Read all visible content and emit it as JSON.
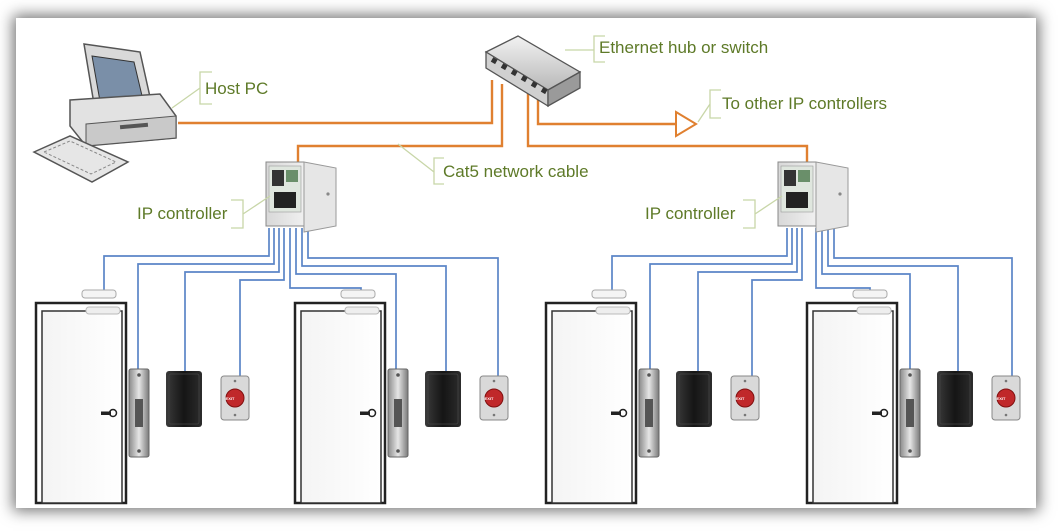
{
  "labels": {
    "host_pc": "Host PC",
    "hub": "Ethernet hub or switch",
    "other_controllers": "To other IP controllers",
    "cable": "Cat5 network cable",
    "ip_controller_1": "IP controller",
    "ip_controller_2": "IP controller"
  },
  "exit_button_text": "EXIT",
  "colors": {
    "network_cable": "#e08030",
    "wiring": "#5b85c7",
    "label_text": "#5e7a28",
    "callout_bracket": "#c8d6a8"
  }
}
